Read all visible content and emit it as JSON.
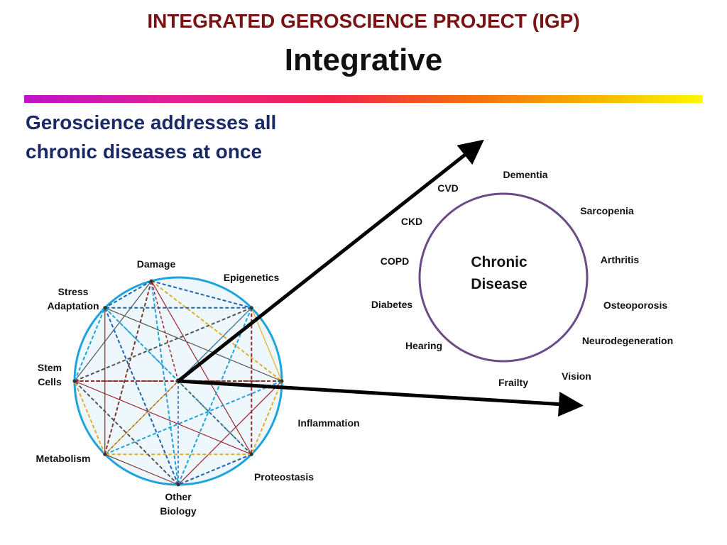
{
  "header": {
    "title": "INTEGRATED GEROSCIENCE PROJECT (IGP)",
    "subtitle": "Integrative"
  },
  "lead_text": [
    "Geroscience addresses all",
    "chronic diseases at once"
  ],
  "pillars": [
    {
      "id": "damage",
      "lines": [
        "Damage"
      ]
    },
    {
      "id": "epigenetics",
      "lines": [
        "Epigenetics"
      ]
    },
    {
      "id": "inflammation",
      "lines": [
        "Inflammation"
      ]
    },
    {
      "id": "proteostasis",
      "lines": [
        "Proteostasis"
      ]
    },
    {
      "id": "other-biology",
      "lines": [
        "Other",
        "Biology"
      ]
    },
    {
      "id": "metabolism",
      "lines": [
        "Metabolism"
      ]
    },
    {
      "id": "stem-cells",
      "lines": [
        "Stem",
        "Cells"
      ]
    },
    {
      "id": "stress-adaptation",
      "lines": [
        "Stress",
        "Adaptation"
      ]
    }
  ],
  "chronic_disease": {
    "center_lines": [
      "Chronic",
      "Disease"
    ],
    "diseases": [
      "Dementia",
      "CVD",
      "Sarcopenia",
      "CKD",
      "COPD",
      "Arthritis",
      "Diabetes",
      "Osteoporosis",
      "Hearing",
      "Neurodegeneration",
      "Frailty",
      "Vision"
    ]
  },
  "colors": {
    "title": "#7a1414",
    "lead": "#1a2a66",
    "outer_circle": "#1fa3dd",
    "inner_fill": "#eef7fc",
    "disease_circle": "#6b4a86",
    "arrow": "#000000",
    "chord_colors": [
      "#1f63b3",
      "#e2ad2a",
      "#a0242e",
      "#1fa3dd",
      "#7a3a30",
      "#555555"
    ]
  }
}
